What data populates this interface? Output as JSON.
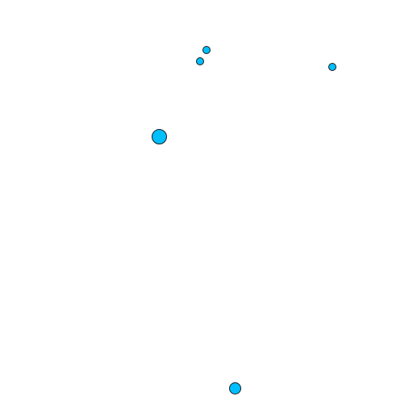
{
  "canvas": {
    "background_color": "#ffffff",
    "marker_fill_color": "#00bfff",
    "marker_stroke_color": "#1a1a1a"
  },
  "markers": [
    {
      "name": "marker-1",
      "relative_size": "small"
    },
    {
      "name": "marker-2",
      "relative_size": "small"
    },
    {
      "name": "marker-3",
      "relative_size": "small"
    },
    {
      "name": "marker-4",
      "relative_size": "large"
    },
    {
      "name": "marker-5",
      "relative_size": "medium"
    }
  ]
}
